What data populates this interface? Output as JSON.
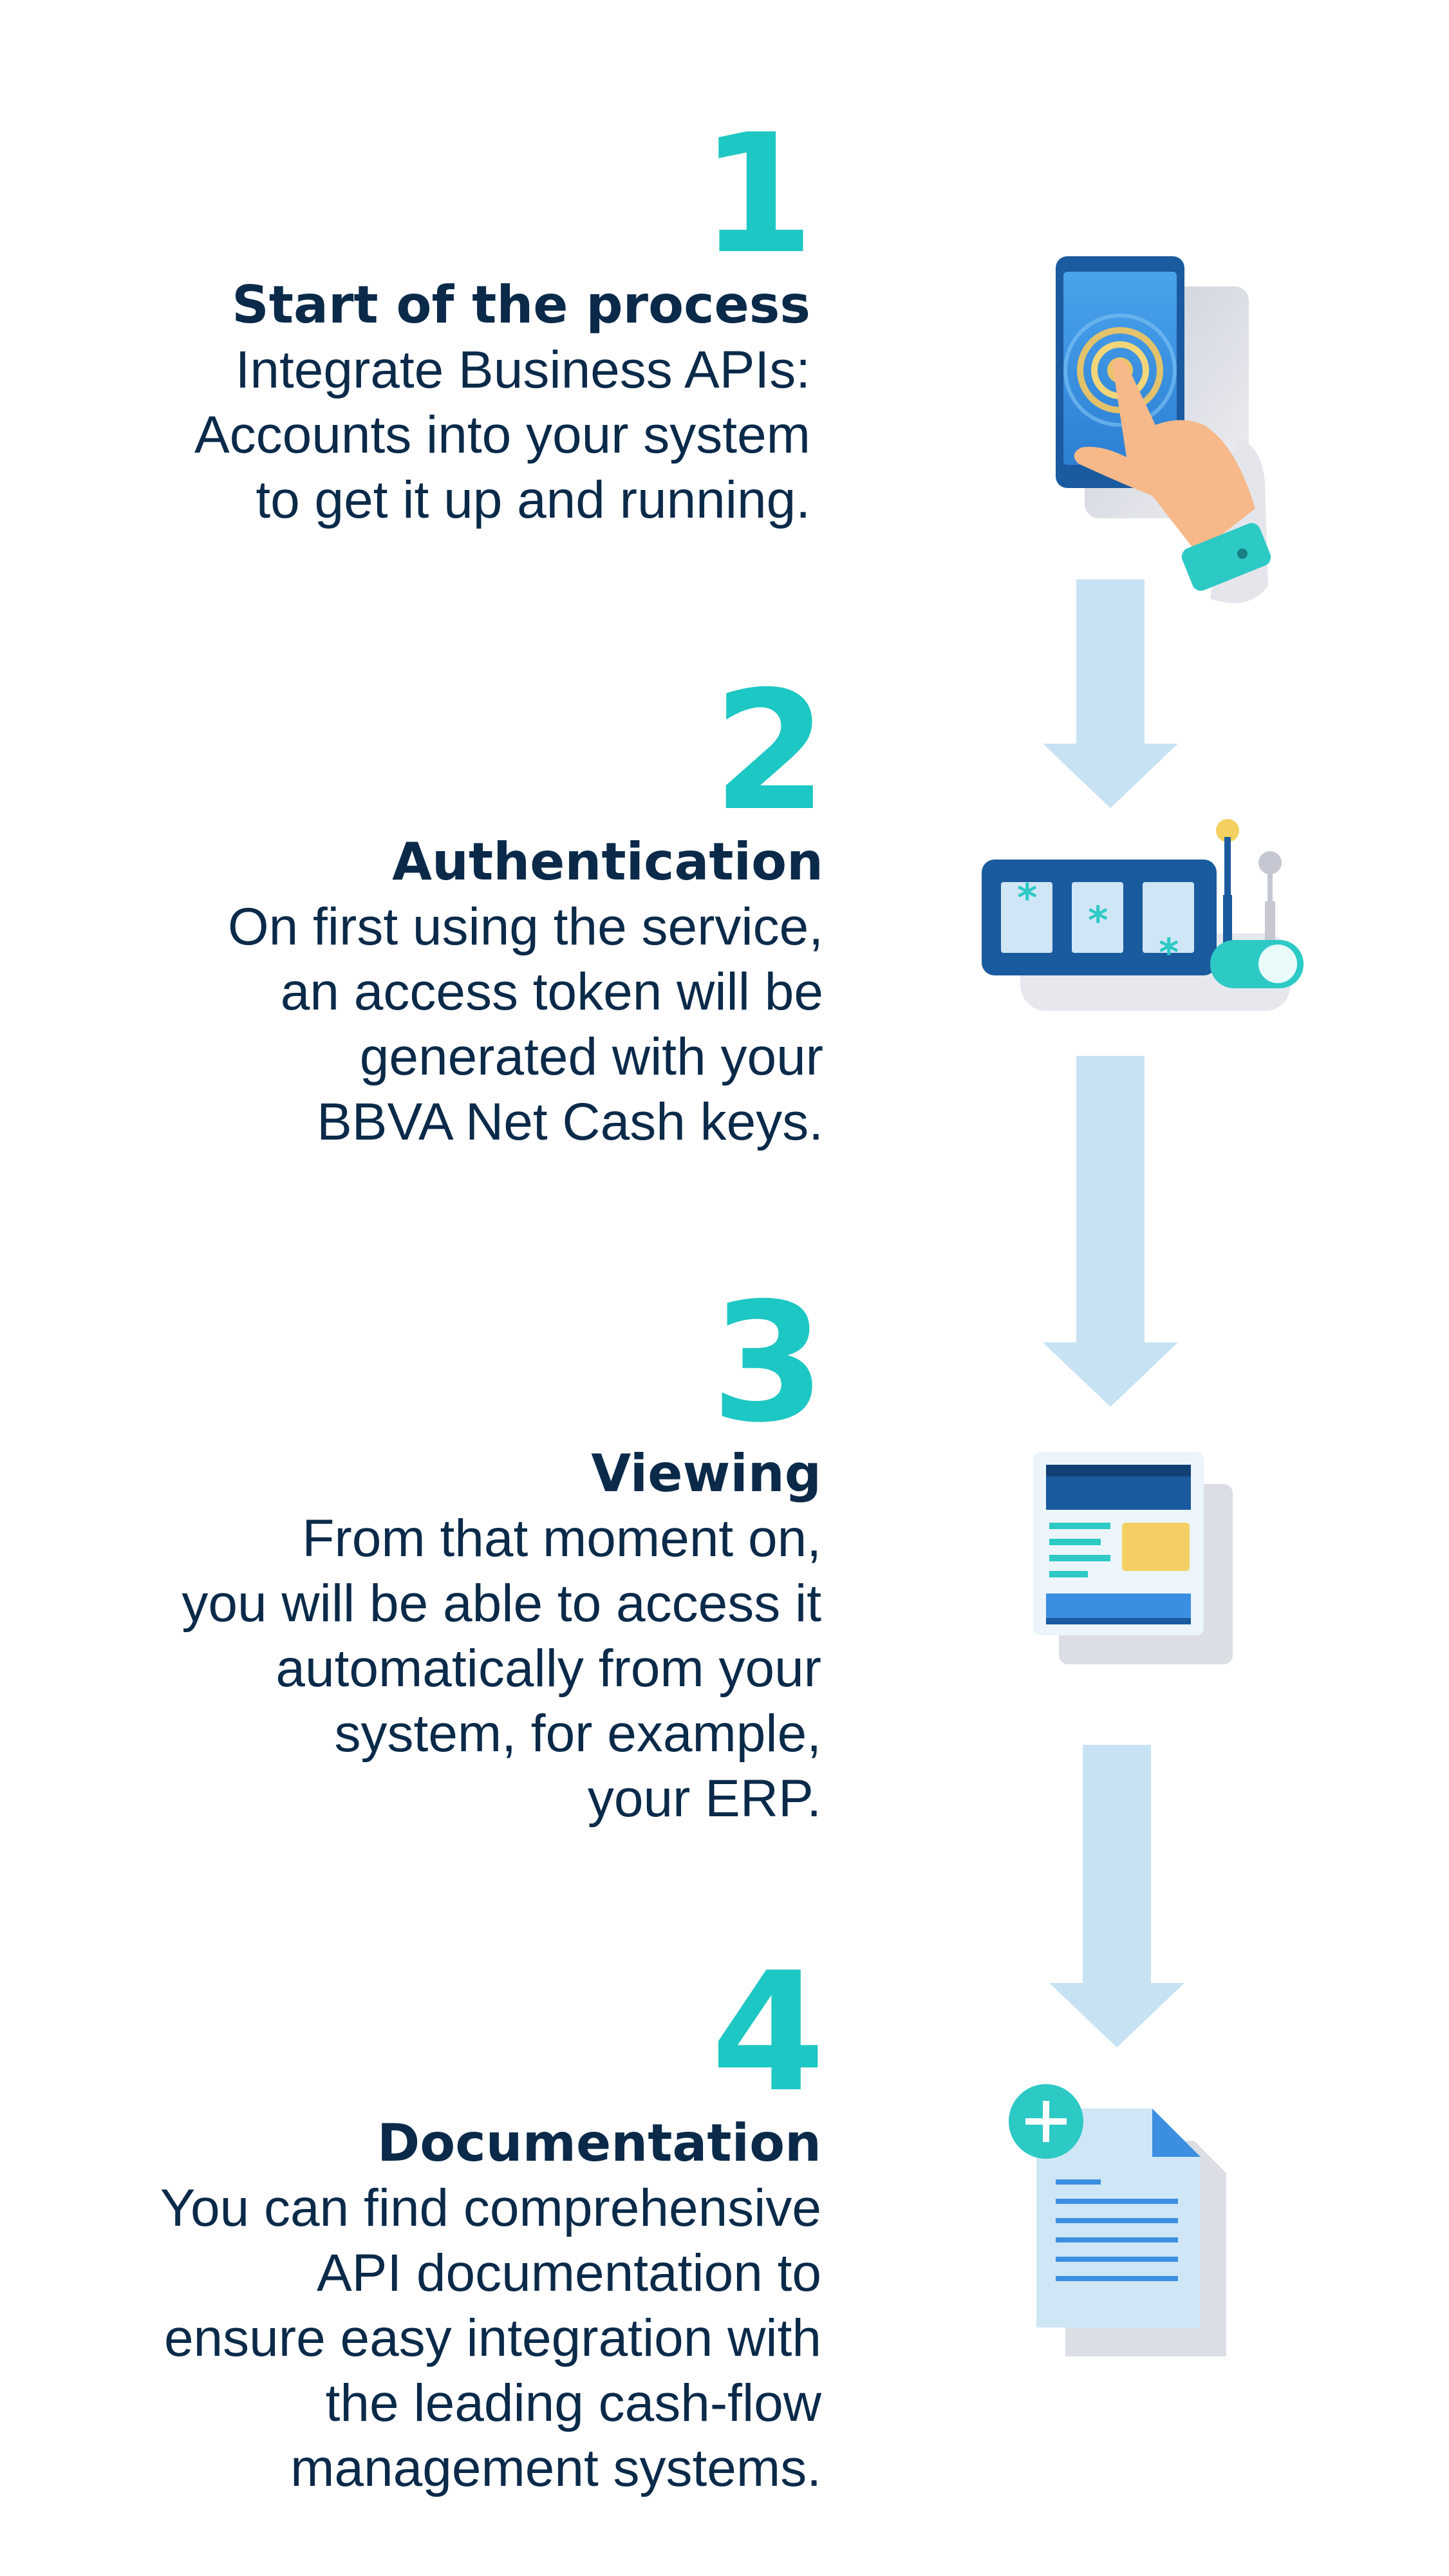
{
  "steps": [
    {
      "number": "1",
      "title": "Start of the process",
      "lines": [
        "Integrate Business APIs:",
        "Accounts into your system",
        "to get it up and running."
      ],
      "icon": "touch-phone-icon"
    },
    {
      "number": "2",
      "title": "Authentication",
      "lines": [
        "On first using the service,",
        "an access token will be",
        "generated with your",
        "BBVA Net Cash keys."
      ],
      "icon": "token-slot-machine-icon"
    },
    {
      "number": "3",
      "title": "Viewing",
      "lines": [
        "From that moment on,",
        "you will be able to access it",
        "automatically from your",
        "system, for example,",
        "your ERP."
      ],
      "icon": "dashboard-window-icon"
    },
    {
      "number": "4",
      "title": "Documentation",
      "lines": [
        "You can find comprehensive",
        "API documentation to",
        "ensure easy integration with",
        "the leading cash-flow",
        "management systems."
      ],
      "icon": "add-document-icon"
    }
  ],
  "colors": {
    "accent": "#1dc7c3",
    "text": "#0b2a4a",
    "arrow": "#c7e2f3",
    "navy": "#1a5a9e",
    "blue": "#3c8fe0"
  }
}
